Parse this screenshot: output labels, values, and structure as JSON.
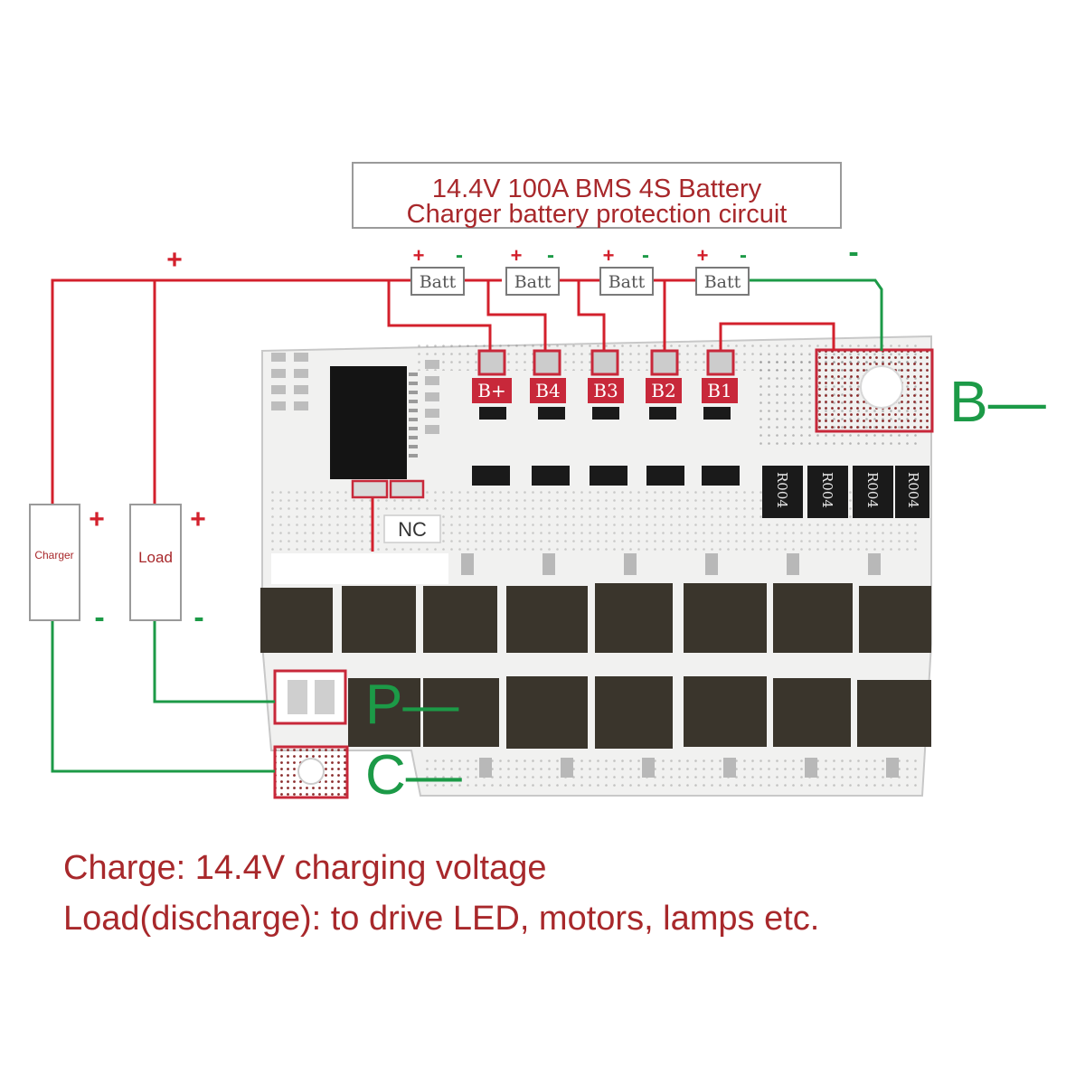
{
  "title": {
    "line1": "14.4V 100A BMS 4S Battery",
    "line2": "Charger battery protection circuit"
  },
  "batteries": [
    {
      "label": "Batt",
      "plus": "+",
      "minus": "-"
    },
    {
      "label": "Batt",
      "plus": "+",
      "minus": "-"
    },
    {
      "label": "Batt",
      "plus": "+",
      "minus": "-"
    },
    {
      "label": "Batt",
      "plus": "+",
      "minus": "-"
    }
  ],
  "rail_plus": "+",
  "rail_minus": "-",
  "pads": [
    "B+",
    "B4",
    "B3",
    "B2",
    "B1"
  ],
  "terminals": {
    "b_minus": "B—",
    "p_minus": "P—",
    "c_minus": "C—"
  },
  "nc_label": "NC",
  "charger": {
    "label": "Charger",
    "plus": "+",
    "minus": "-"
  },
  "load": {
    "label": "Load",
    "plus": "+",
    "minus": "-"
  },
  "resistors": [
    "R004",
    "R004",
    "R004",
    "R004"
  ],
  "notes": {
    "line1": "Charge: 14.4V charging voltage",
    "line2": "Load(discharge): to drive LED, motors, lamps etc."
  },
  "colors": {
    "positive_wire": "#d3202c",
    "negative_wire": "#1c9a47",
    "text_red": "#a8282b",
    "terminal_green": "#1c9a47",
    "mosfet": "#3a352c",
    "pcb": "#f1f1f0"
  }
}
